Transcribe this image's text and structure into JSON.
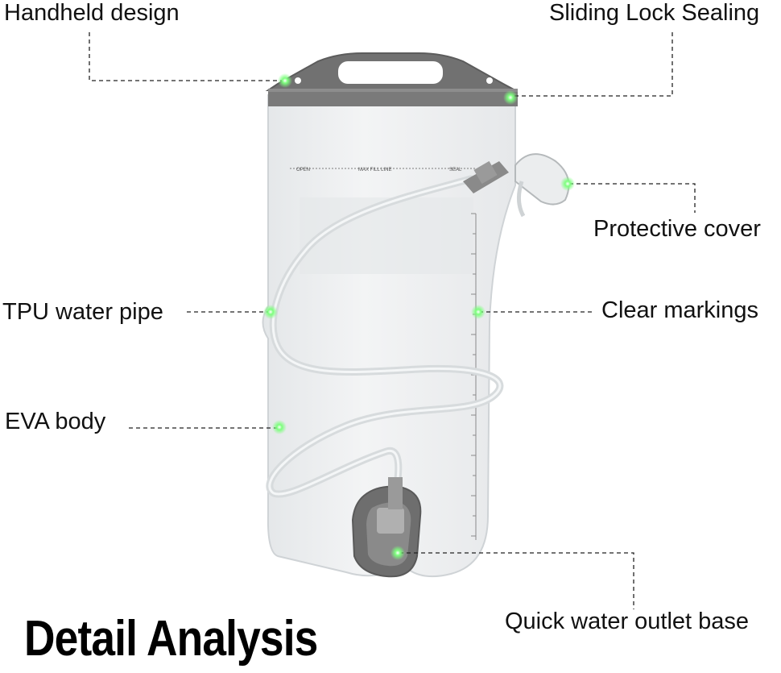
{
  "title": "Detail Analysis",
  "labels": {
    "handheld_design": "Handheld design",
    "sliding_lock": "Sliding Lock Sealing",
    "protective_cover": "Protective cover",
    "tpu_pipe": "TPU water pipe",
    "clear_markings": "Clear markings",
    "eva_body": "EVA body",
    "outlet_base": "Quick water outlet base"
  },
  "bag_print": {
    "open": "OPEN",
    "max_fill": "MAX FILL LINE",
    "seal": "SEAL"
  },
  "colors": {
    "marker": "#7dff7d",
    "leader": "#222222",
    "handle": "#6f6f6f",
    "bag_fill": "#eef0f1",
    "tube": "#d8dcde"
  }
}
